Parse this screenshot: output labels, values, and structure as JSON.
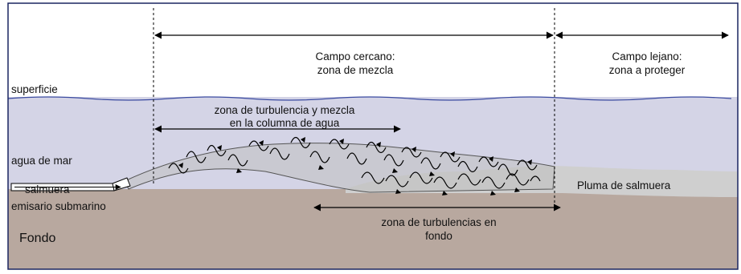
{
  "labels": {
    "near_field_l1": "Campo cercano:",
    "near_field_l2": "zona de mezcla",
    "far_field_l1": "Campo lejano:",
    "far_field_l2": "zona a proteger",
    "surface": "superficie",
    "turb_column_l1": "zona de turbulencia y mezcla",
    "turb_column_l2": "en la columna de agua",
    "seawater": "agua de mar",
    "brine": "salmuera",
    "brine_plume": "Pluma de salmuera",
    "outfall": "emisario submarino",
    "bottom": "Fondo",
    "turb_bottom_l1": "zona de turbulencias en",
    "turb_bottom_l2": "fondo"
  },
  "colors": {
    "water": "#d4d4e6",
    "seabed": "#b8a89f",
    "plume": "#cfcfcf",
    "surface_line": "#3a4aa0",
    "border": "#1a2560"
  }
}
